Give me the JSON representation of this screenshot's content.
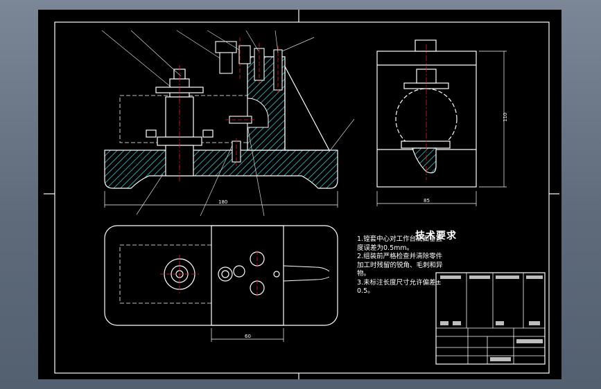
{
  "technical_requirements": {
    "title": "技术要求",
    "lines": [
      "1.镗套中心对工作台底面垂直",
      "度误差为0.5mm。",
      "2.组装前严格检查并清除零件",
      "加工时残留的锐角、毛刺和异",
      "物。",
      "3.未标注长度尺寸允许偏差±",
      "0.5。"
    ]
  },
  "dimensions": {
    "front_width": "180",
    "side_width": "85",
    "side_height": "110",
    "top_width": "60"
  },
  "colors": {
    "background": "#000000",
    "outline": "#ffffff",
    "hatch": "#38c8d0",
    "center_line": "#e02020",
    "leader": "#d8d8d8",
    "window": "#6a7686"
  }
}
